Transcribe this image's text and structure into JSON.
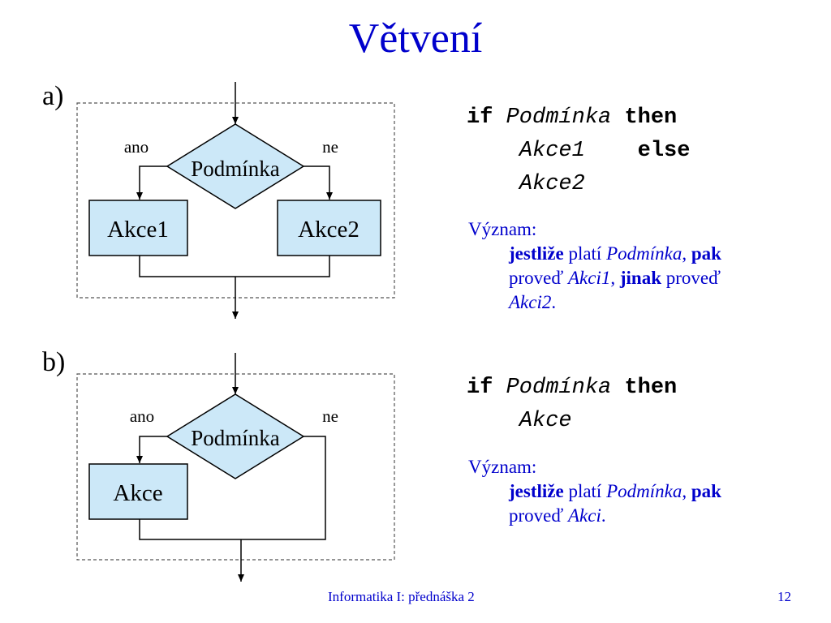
{
  "slide": {
    "title": "Větvení",
    "footer_text": "Informatika I:  přednáška 2",
    "page_number": "12"
  },
  "part_a": {
    "label": "a)",
    "diagram": {
      "condition": "Podmínka",
      "yes_label": "ano",
      "no_label": "ne",
      "action_yes": "Akce1",
      "action_no": "Akce2"
    },
    "code": {
      "kw_if": "if",
      "condition": "Podmínka",
      "kw_then": "then",
      "action1": "Akce1",
      "kw_else": "else",
      "action2": "Akce2"
    },
    "meaning": {
      "heading": "Význam:",
      "w_if": "jestliže",
      "w_holds": " platí ",
      "w_condition": "Podmínka",
      "w_comma1": ", ",
      "w_then": "pak",
      "w_do1": " proveď ",
      "w_action1": "Akci1",
      "w_comma2": ", ",
      "w_else": "jinak",
      "w_do2": " proveď ",
      "w_action2": "Akci2",
      "w_end": "."
    }
  },
  "part_b": {
    "label": "b)",
    "diagram": {
      "condition": "Podmínka",
      "yes_label": "ano",
      "no_label": "ne",
      "action": "Akce"
    },
    "code": {
      "kw_if": "if",
      "condition": "Podmínka",
      "kw_then": "then",
      "action": "Akce"
    },
    "meaning": {
      "heading": "Význam:",
      "w_if": "jestliže",
      "w_holds": " platí ",
      "w_condition": "Podmínka",
      "w_comma": ", ",
      "w_then": "pak",
      "w_do": " proveď ",
      "w_action": "Akci",
      "w_end": "."
    }
  },
  "colors": {
    "title_text": "#0000cc",
    "shape_fill": "#cce8f8",
    "line": "#000000",
    "dashed_frame": "#555555"
  }
}
